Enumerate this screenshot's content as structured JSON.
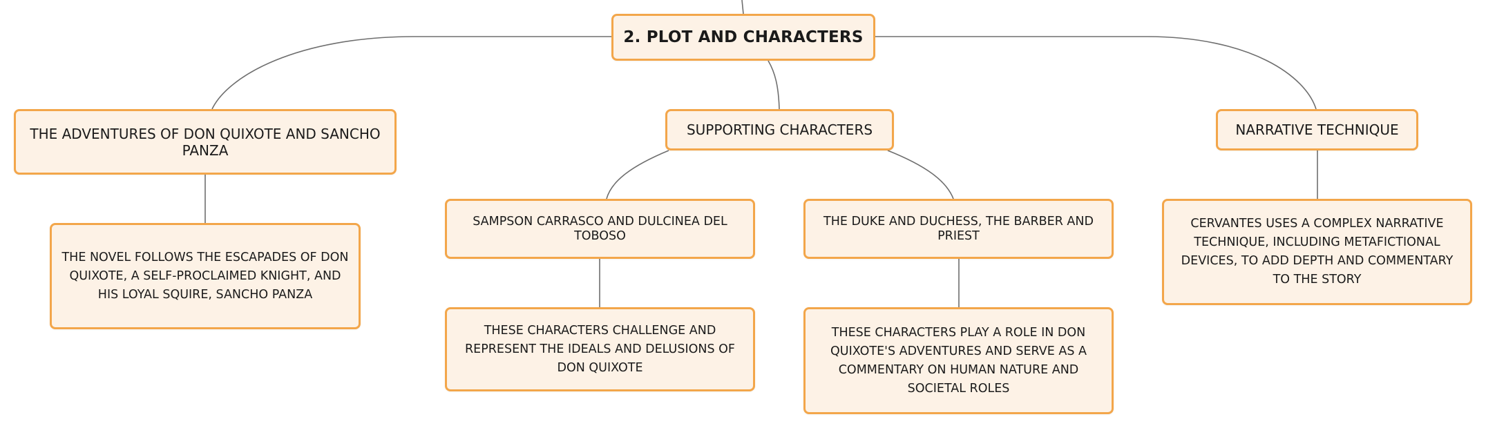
{
  "root": {
    "label": "2. PLOT AND CHARACTERS"
  },
  "branches": [
    {
      "label": "THE ADVENTURES OF DON QUIXOTE AND SANCHO PANZA",
      "detail": "THE NOVEL FOLLOWS THE ESCAPADES OF DON QUIXOTE, A SELF-PROCLAIMED KNIGHT, AND HIS LOYAL SQUIRE, SANCHO PANZA"
    },
    {
      "label": "SUPPORTING CHARACTERS",
      "children": [
        {
          "label": "SAMPSON CARRASCO AND DULCINEA DEL TOBOSO",
          "detail": "THESE CHARACTERS CHALLENGE AND REPRESENT THE IDEALS AND DELUSIONS OF DON QUIXOTE"
        },
        {
          "label": "THE DUKE AND DUCHESS, THE BARBER AND PRIEST",
          "detail": "THESE CHARACTERS PLAY A ROLE IN DON QUIXOTE'S ADVENTURES AND SERVE AS A COMMENTARY ON HUMAN NATURE AND SOCIETAL ROLES"
        }
      ]
    },
    {
      "label": "NARRATIVE TECHNIQUE",
      "detail": "CERVANTES USES A COMPLEX NARRATIVE TECHNIQUE, INCLUDING METAFICTIONAL DEVICES, TO ADD DEPTH AND COMMENTARY TO THE STORY"
    }
  ],
  "colors": {
    "node_fill": "#fdf2e6",
    "node_border": "#f3a64a",
    "connector": "#6e6e6e",
    "text": "#1a1a1a"
  }
}
